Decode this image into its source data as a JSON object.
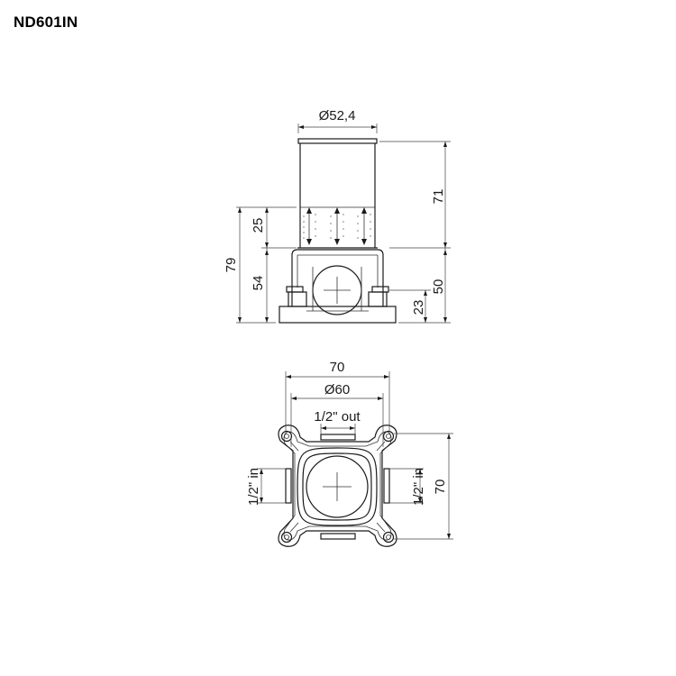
{
  "title": "ND601IN",
  "dimensions": {
    "top_diameter": "Ø52,4",
    "height_71": "71",
    "height_25": "25",
    "height_79": "79",
    "height_54": "54",
    "height_50": "50",
    "height_23": "23",
    "width_70": "70",
    "diameter_60": "Ø60",
    "outlet": "1/2\" out",
    "inlet_left": "1/2\" in",
    "inlet_right": "1/2\" in",
    "depth_70": "70"
  },
  "colors": {
    "line": "#1a1a1a",
    "background": "#ffffff"
  }
}
